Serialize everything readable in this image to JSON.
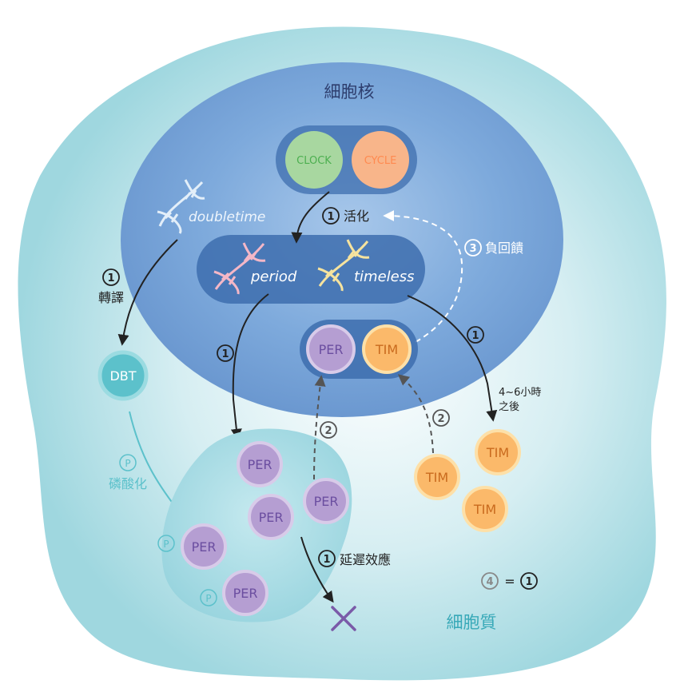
{
  "nucleus_label": "細胞核",
  "cytoplasm_label": "細胞質",
  "complex_top": {
    "left": "CLOCK",
    "right": "CYCLE"
  },
  "genes": {
    "doubletime": "doubletime",
    "period": "period",
    "timeless": "timeless"
  },
  "activation": {
    "num": "1",
    "text": "活化"
  },
  "negative_feedback": {
    "num": "3",
    "text": "負回饋"
  },
  "translation": {
    "num": "1",
    "text": "轉譯"
  },
  "dbt": "DBT",
  "phosphorylation": {
    "symbol": "P",
    "text": "磷酸化"
  },
  "step_period": "1",
  "step_timeless": "1",
  "delay_text": "4~6小時",
  "delay_text2": "之後",
  "complex_bottom": {
    "left": "PER",
    "right": "TIM"
  },
  "step2_left": "2",
  "step2_right": "2",
  "per_labels": [
    "PER",
    "PER",
    "PER",
    "PER",
    "PER"
  ],
  "p_markers": [
    "P",
    "P"
  ],
  "tim_labels": [
    "TIM",
    "TIM",
    "TIM"
  ],
  "delay_effect": {
    "num": "1",
    "text": "延遲效應"
  },
  "equation": {
    "left": "4",
    "eq": "=",
    "right": "1"
  },
  "colors": {
    "cytoplasm": "#a9dce3",
    "nucleus": "#6f9fd4",
    "per": "#b59ed2",
    "tim": "#fbb96a",
    "dbt": "#5cc1cb",
    "clock": "#a8d7a0",
    "cycle": "#f8b58a"
  }
}
